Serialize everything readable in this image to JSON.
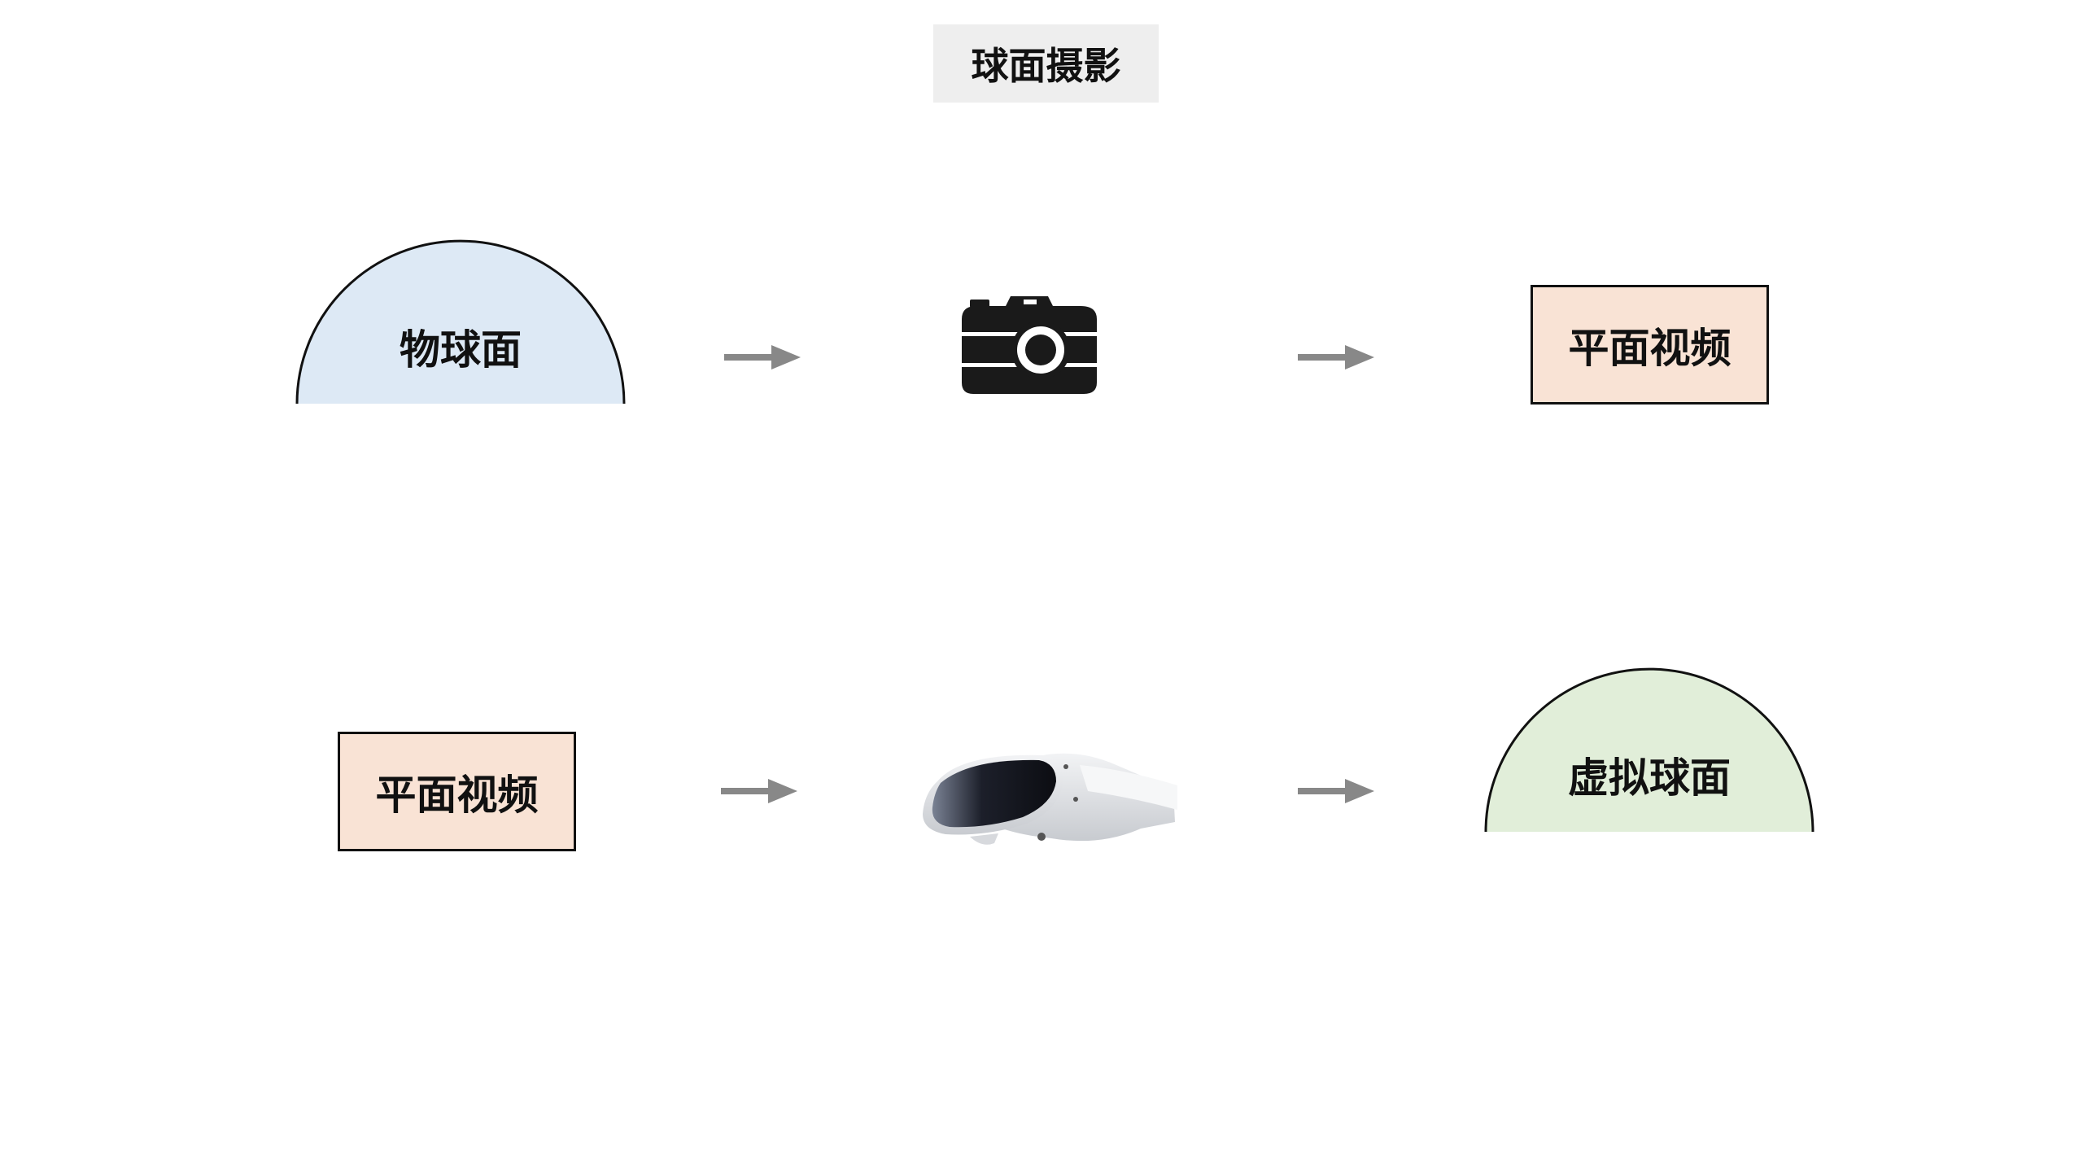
{
  "title": "球面摄影",
  "row1": {
    "source_label": "物球面",
    "device_icon": "camera-icon",
    "output_label": "平面视频"
  },
  "row2": {
    "source_label": "平面视频",
    "device_icon": "vr-headset-icon",
    "output_label": "虚拟球面"
  },
  "colors": {
    "object_sphere": "#dde9f5",
    "flat_video": "#f9e3d5",
    "virtual_sphere": "#e1eed9",
    "arrow": "#888888",
    "title_bg": "#eeeeee"
  }
}
